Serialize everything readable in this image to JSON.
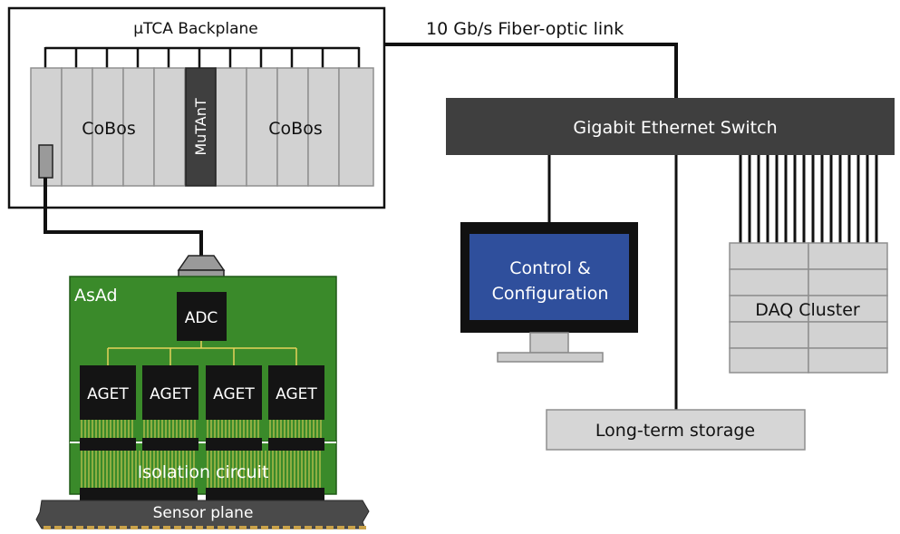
{
  "backplane": {
    "title": "μTCA Backplane",
    "cobos_left": "CoBos",
    "cobos_right": "CoBos",
    "mutant": "MuTAnT"
  },
  "fiber_link": "10 Gb/s Fiber-optic link",
  "switch": {
    "label": "Gigabit Ethernet Switch"
  },
  "monitor": {
    "line1": "Control &",
    "line2": "Configuration"
  },
  "daq": {
    "label": "DAQ Cluster"
  },
  "storage": {
    "label": "Long-term storage"
  },
  "asad": {
    "title": "AsAd",
    "adc": "ADC",
    "agets": [
      "AGET",
      "AGET",
      "AGET",
      "AGET"
    ],
    "isolation": "Isolation circuit",
    "sensor": "Sensor plane"
  },
  "colors": {
    "board_green": "#3a8a2a",
    "chip_black": "#141414",
    "switch_gray": "#3f3f3f",
    "slot_gray": "#d2d2d2",
    "monitor_blue": "#2f4f9c",
    "cable_black": "#111111"
  }
}
